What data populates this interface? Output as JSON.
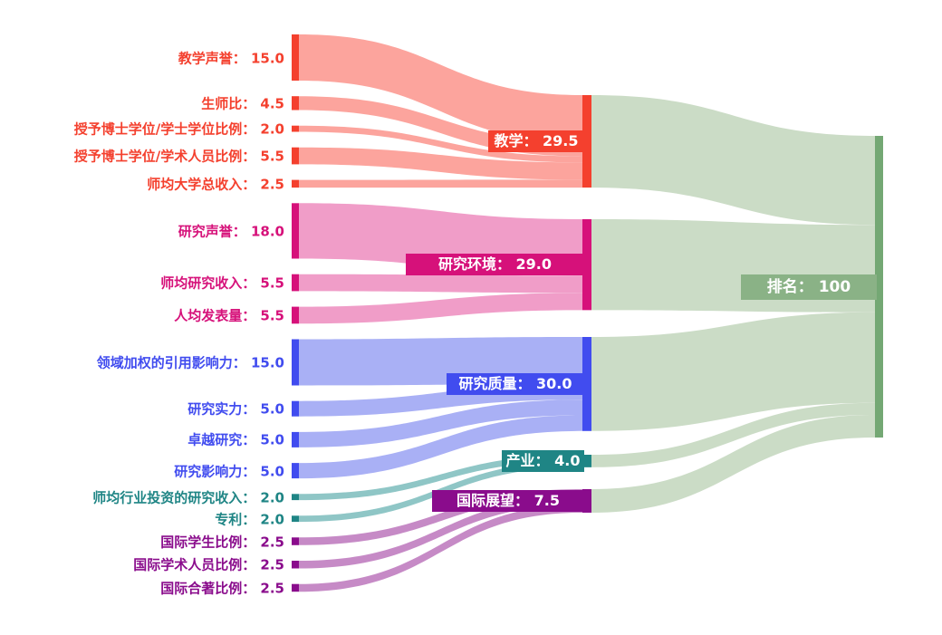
{
  "chart_data": {
    "type": "sankey",
    "title": "",
    "orientation": "horizontal",
    "background": "#FFFFFF",
    "total": 100,
    "groups": {
      "teaching": {
        "node": "#F4402E",
        "flow": "#FCA49D",
        "label_color": "#F4402E"
      },
      "research-environment": {
        "node": "#D6117A",
        "flow": "#F09DC8",
        "label_color": "#D6117A"
      },
      "research-quality": {
        "node": "#414CEF",
        "flow": "#A9B0F5",
        "label_color": "#414CEF"
      },
      "industry": {
        "node": "#1F8585",
        "flow": "#8FC6C6",
        "label_color": "#1F8585"
      },
      "international-outlook": {
        "node": "#8A0C8C",
        "flow": "#C68AC6",
        "label_color": "#8A0C8C"
      },
      "rank": {
        "node": "#74A874",
        "flow": "#CBDCC6",
        "box": "#8AB286"
      }
    },
    "nodes": {
      "left": [
        {
          "id": "teaching-reputation",
          "label": "教学声誉",
          "value": 15.0,
          "display": "教学声誉：  15.0",
          "group": "teaching",
          "target": "teaching"
        },
        {
          "id": "student-staff-ratio",
          "label": "生师比",
          "value": 4.5,
          "display": "生师比：  4.5",
          "group": "teaching",
          "target": "teaching"
        },
        {
          "id": "doctorate-bachelor-ratio",
          "label": "授予博士学位/学士学位比例",
          "value": 2.0,
          "display": "授予博士学位/学士学位比例：  2.0",
          "group": "teaching",
          "target": "teaching"
        },
        {
          "id": "doctorate-staff-ratio",
          "label": "授予博士学位/学术人员比例",
          "value": 5.5,
          "display": "授予博士学位/学术人员比例：  5.5",
          "group": "teaching",
          "target": "teaching"
        },
        {
          "id": "institutional-income",
          "label": "师均大学总收入",
          "value": 2.5,
          "display": "师均大学总收入：  2.5",
          "group": "teaching",
          "target": "teaching"
        },
        {
          "id": "research-reputation",
          "label": "研究声誉",
          "value": 18.0,
          "display": "研究声誉：  18.0",
          "group": "research-environment",
          "target": "research-environment"
        },
        {
          "id": "research-income",
          "label": "师均研究收入",
          "value": 5.5,
          "display": "师均研究收入：  5.5",
          "group": "research-environment",
          "target": "research-environment"
        },
        {
          "id": "research-productivity",
          "label": "人均发表量",
          "value": 5.5,
          "display": "人均发表量：  5.5",
          "group": "research-environment",
          "target": "research-environment"
        },
        {
          "id": "field-weighted-citation-impact",
          "label": "领域加权的引用影响力",
          "value": 15.0,
          "display": "领域加权的引用影响力：  15.0",
          "group": "research-quality",
          "target": "research-quality"
        },
        {
          "id": "research-strength",
          "label": "研究实力",
          "value": 5.0,
          "display": "研究实力：  5.0",
          "group": "research-quality",
          "target": "research-quality"
        },
        {
          "id": "research-excellence",
          "label": "卓越研究",
          "value": 5.0,
          "display": "卓越研究：  5.0",
          "group": "research-quality",
          "target": "research-quality"
        },
        {
          "id": "research-influence",
          "label": "研究影响力",
          "value": 5.0,
          "display": "研究影响力：  5.0",
          "group": "research-quality",
          "target": "research-quality"
        },
        {
          "id": "industry-income",
          "label": "师均行业投资的研究收入",
          "value": 2.0,
          "display": "师均行业投资的研究收入：  2.0",
          "group": "industry",
          "target": "industry"
        },
        {
          "id": "patents",
          "label": "专利",
          "value": 2.0,
          "display": "专利：  2.0",
          "group": "industry",
          "target": "industry"
        },
        {
          "id": "international-students",
          "label": "国际学生比例",
          "value": 2.5,
          "display": "国际学生比例：  2.5",
          "group": "international-outlook",
          "target": "international-outlook"
        },
        {
          "id": "international-staff",
          "label": "国际学术人员比例",
          "value": 2.5,
          "display": "国际学术人员比例：  2.5",
          "group": "international-outlook",
          "target": "international-outlook"
        },
        {
          "id": "international-coauthorship",
          "label": "国际合著比例",
          "value": 2.5,
          "display": "国际合著比例：  2.5",
          "group": "international-outlook",
          "target": "international-outlook"
        }
      ],
      "mid": [
        {
          "id": "teaching",
          "label": "教学",
          "value": 29.5,
          "display": "教学：  29.5",
          "group": "teaching",
          "target": "rank"
        },
        {
          "id": "research-environment",
          "label": "研究环境",
          "value": 29.0,
          "display": "研究环境：  29.0",
          "group": "research-environment",
          "target": "rank"
        },
        {
          "id": "research-quality",
          "label": "研究质量",
          "value": 30.0,
          "display": "研究质量：  30.0",
          "group": "research-quality",
          "target": "rank"
        },
        {
          "id": "industry",
          "label": "产业",
          "value": 4.0,
          "display": "产业：  4.0",
          "group": "industry",
          "target": "rank"
        },
        {
          "id": "international-outlook",
          "label": "国际展望",
          "value": 7.5,
          "display": "国际展望：  7.5",
          "group": "international-outlook",
          "target": "rank"
        }
      ],
      "right": [
        {
          "id": "rank",
          "label": "排名",
          "value": 100,
          "display": "排名：  100",
          "group": "rank"
        }
      ]
    },
    "links": [
      {
        "source": "teaching-reputation",
        "target": "teaching",
        "value": 15.0
      },
      {
        "source": "student-staff-ratio",
        "target": "teaching",
        "value": 4.5
      },
      {
        "source": "doctorate-bachelor-ratio",
        "target": "teaching",
        "value": 2.0
      },
      {
        "source": "doctorate-staff-ratio",
        "target": "teaching",
        "value": 5.5
      },
      {
        "source": "institutional-income",
        "target": "teaching",
        "value": 2.5
      },
      {
        "source": "research-reputation",
        "target": "research-environment",
        "value": 18.0
      },
      {
        "source": "research-income",
        "target": "research-environment",
        "value": 5.5
      },
      {
        "source": "research-productivity",
        "target": "research-environment",
        "value": 5.5
      },
      {
        "source": "field-weighted-citation-impact",
        "target": "research-quality",
        "value": 15.0
      },
      {
        "source": "research-strength",
        "target": "research-quality",
        "value": 5.0
      },
      {
        "source": "research-excellence",
        "target": "research-quality",
        "value": 5.0
      },
      {
        "source": "research-influence",
        "target": "research-quality",
        "value": 5.0
      },
      {
        "source": "industry-income",
        "target": "industry",
        "value": 2.0
      },
      {
        "source": "patents",
        "target": "industry",
        "value": 2.0
      },
      {
        "source": "international-students",
        "target": "international-outlook",
        "value": 2.5
      },
      {
        "source": "international-staff",
        "target": "international-outlook",
        "value": 2.5
      },
      {
        "source": "international-coauthorship",
        "target": "international-outlook",
        "value": 2.5
      },
      {
        "source": "teaching",
        "target": "rank",
        "value": 29.5
      },
      {
        "source": "research-environment",
        "target": "rank",
        "value": 29.0
      },
      {
        "source": "research-quality",
        "target": "rank",
        "value": 30.0
      },
      {
        "source": "industry",
        "target": "rank",
        "value": 4.0
      },
      {
        "source": "international-outlook",
        "target": "rank",
        "value": 7.5
      }
    ]
  }
}
